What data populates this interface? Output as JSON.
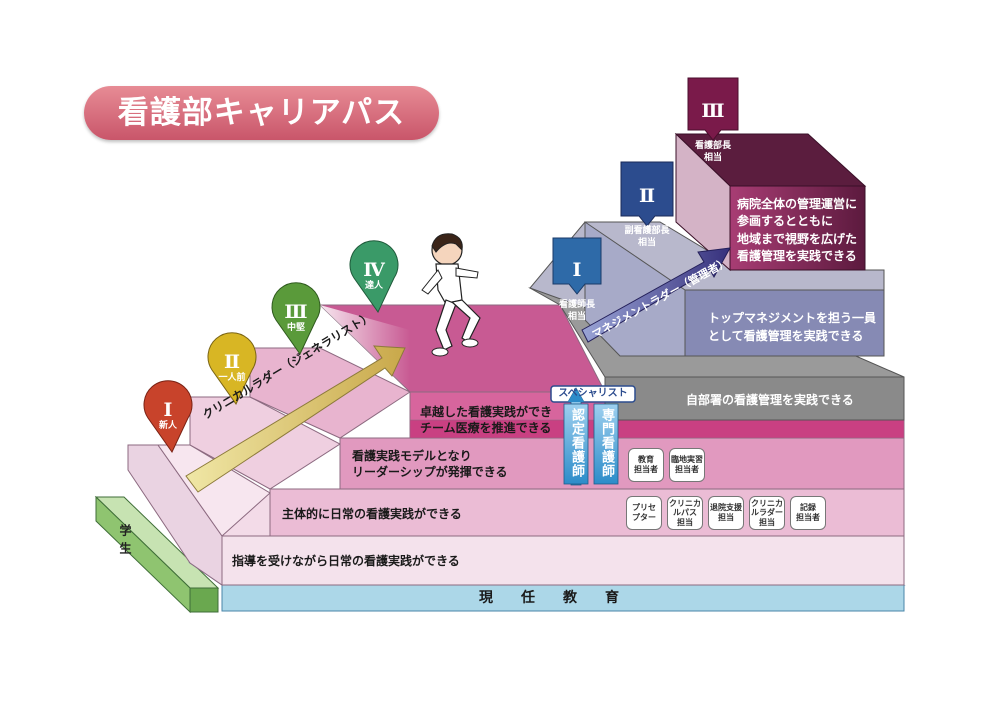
{
  "title": "看護部キャリアパス",
  "generalist_levels": [
    {
      "numeral": "Ⅰ",
      "label": "新人",
      "color": "#c8432b"
    },
    {
      "numeral": "Ⅱ",
      "label": "一人前",
      "color": "#d8b624"
    },
    {
      "numeral": "Ⅲ",
      "label": "中堅",
      "color": "#5a9a3a"
    },
    {
      "numeral": "Ⅳ",
      "label": "達人",
      "color": "#3a9a68"
    }
  ],
  "manager_levels": [
    {
      "numeral": "Ⅰ",
      "label": "看護師長\n相当",
      "color": "#2e6aa8"
    },
    {
      "numeral": "Ⅱ",
      "label": "副看護部長\n相当",
      "color": "#2c4c8e"
    },
    {
      "numeral": "Ⅲ",
      "label": "看護部長\n相当",
      "color": "#7a1a4a"
    }
  ],
  "student": "学生",
  "continuing_education": "現任教育",
  "steps": [
    "指導を受けながら日常の看護実践ができる",
    "主体的に日常の看護実践ができる",
    "看護実践モデルとなり\nリーダーシップが発揮できる",
    "卓越した看護実践ができ\nチーム医療を推進できる"
  ],
  "manager_steps": [
    "自部署の看護管理を実践できる",
    "トップマネジメントを担う一員\nとして看護管理を実践できる",
    "病院全体の管理運営に\n参画するとともに\n地域まで視野を広げた\n看護管理を実践できる"
  ],
  "clinical_ladder": "クリニカルラダー（ジェネラリスト）",
  "management_ladder": "マネジメントラダー（管理者）",
  "specialist": {
    "label": "スペシャリスト",
    "columns": [
      "認定看護師",
      "専門看護師"
    ]
  },
  "role_tags_row1": [
    "教育\n担当者",
    "臨地実習\n担当者"
  ],
  "role_tags_row2": [
    "プリセ\nプター",
    "クリニカ\nルパス\n担当",
    "退院支援\n担当",
    "クリニカ\nルラダー\n担当",
    "記録\n担当者"
  ]
}
